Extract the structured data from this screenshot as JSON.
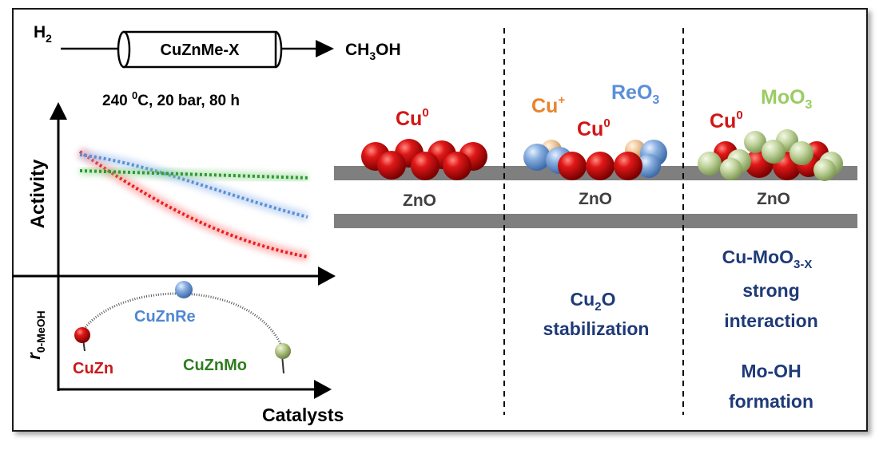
{
  "reactor": {
    "inlet": "H",
    "inlet_sub": "2",
    "catalyst": "CuZnMe-X",
    "product_a": "CH",
    "product_sub": "3",
    "product_b": "OH",
    "cond_a": "240 ",
    "cond_sup": "0",
    "cond_b": "C, 20 bar, 80 h"
  },
  "activity_plot": {
    "ylabel": "Activity",
    "series_colors": {
      "CuZn": "#e8201e",
      "CuZnRe": "#5b8fd6",
      "CuZnMo": "#2e9a32"
    }
  },
  "rate_plot": {
    "ylabel_r": "r",
    "ylabel_sub": "0-MeOH",
    "xlabel": "Catalysts",
    "points": [
      {
        "name": "CuZn",
        "color": "#c81a1a"
      },
      {
        "name": "CuZnRe",
        "color": "#4f87d1"
      },
      {
        "name": "CuZnMo",
        "color": "#2d7d20"
      }
    ]
  },
  "panels": {
    "cuzn": {
      "cu": "Cu",
      "cu_sup": "0",
      "support": "ZnO"
    },
    "cuznre": {
      "cuplus": "Cu",
      "cuplus_sup": "+",
      "cu": "Cu",
      "cu_sup": "0",
      "reo": "ReO",
      "reo_sub": "3",
      "support": "ZnO"
    },
    "cuznmo": {
      "cu": "Cu",
      "cu_sup": "0",
      "moo": "MoO",
      "moo_sub": "3",
      "support": "ZnO"
    }
  },
  "notes": {
    "re_a": "Cu",
    "re_sub": "2",
    "re_b": "O",
    "re_line2": "stabilization",
    "mo_a": "Cu-MoO",
    "mo_sub": "3-X",
    "mo_line2": "strong",
    "mo_line3": "interaction",
    "mo_line4": "Mo-OH",
    "mo_line5": "formation"
  },
  "colors": {
    "cu": "#d41414",
    "cuplus": "#e8842a",
    "reo3": "#5a8fd8",
    "moo3": "#9bcc63",
    "note": "#1f3a78",
    "support": "#7f7f7f"
  }
}
